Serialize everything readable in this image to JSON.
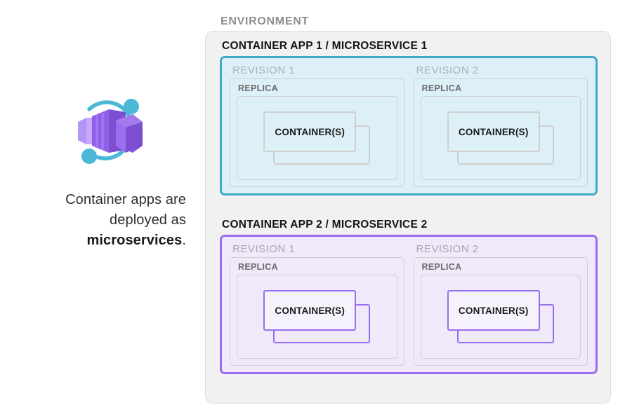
{
  "caption": {
    "line1": "Container apps are",
    "line2": "deployed as",
    "line3_bold": "microservices",
    "line3_tail": "."
  },
  "logo": {
    "name": "azure-container-apps-logo",
    "purple_dark": "#7b4fd0",
    "purple_mid": "#9a6ef0",
    "purple_light": "#b495f5",
    "accent_cyan": "#4bb8d8"
  },
  "environment": {
    "label": "ENVIRONMENT",
    "background": "#f1f1f1",
    "border": "#dcdcdc"
  },
  "apps": [
    {
      "title": "CONTAINER APP 1 / MICROSERVICE 1",
      "accent": "#41aac8",
      "fill": "#ddf0f7",
      "theme": "teal",
      "revisions": [
        {
          "label": "REVISION 1",
          "replica_label": "REPLICA",
          "container_label": "CONTAINER(S)"
        },
        {
          "label": "REVISION 2",
          "replica_label": "REPLICA",
          "container_label": "CONTAINER(S)"
        }
      ]
    },
    {
      "title": "CONTAINER APP 2 / MICROSERVICE 2",
      "accent": "#9a6ef0",
      "fill": "#efe9fa",
      "theme": "purple",
      "revisions": [
        {
          "label": "REVISION 1",
          "replica_label": "REPLICA",
          "container_label": "CONTAINER(S)"
        },
        {
          "label": "REVISION 2",
          "replica_label": "REPLICA",
          "container_label": "CONTAINER(S)"
        }
      ]
    }
  ]
}
